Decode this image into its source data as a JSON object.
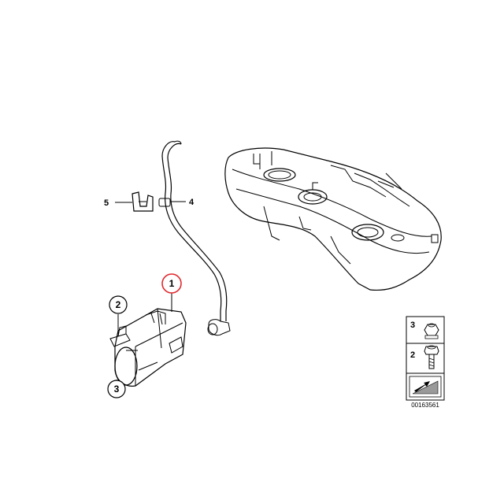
{
  "callouts": {
    "c1": "1",
    "c2": "2",
    "c3": "3",
    "c4": "4",
    "c5": "5"
  },
  "legend": {
    "item3": "3",
    "item2": "2"
  },
  "diagram_number": "00163561",
  "colors": {
    "highlight_circle": "#e0282e",
    "line": "#000000",
    "legend_bg": "#ffffff"
  }
}
